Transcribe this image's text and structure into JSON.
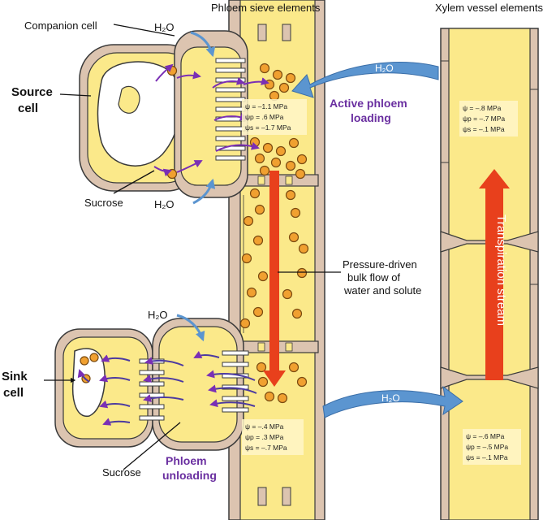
{
  "labels": {
    "phloem_title": "Phloem sieve elements",
    "xylem_title": "Xylem vessel elements",
    "companion_cell": "Companion cell",
    "source_cell_line1": "Source",
    "source_cell_line2": "cell",
    "sink_cell_line1": "Sink",
    "sink_cell_line2": "cell",
    "sucrose_top": "Sucrose",
    "sucrose_bottom": "Sucrose",
    "h2o": "H₂O",
    "active_loading_line1": "Active phloem",
    "active_loading_line2": "loading",
    "unloading_line1": "Phloem",
    "unloading_line2": "unloading",
    "bulk_flow_line1": "Pressure-driven",
    "bulk_flow_line2": "bulk flow of",
    "bulk_flow_line3": "water and solute",
    "transpiration": "Transpiration stream"
  },
  "potentials": {
    "phloem_source": {
      "psi": "ψ = –1.1 MPa",
      "psi_p": "ψp = .6 MPa",
      "psi_s": "ψs = –1.7 MPa"
    },
    "xylem_top": {
      "psi": "ψ = –.8 MPa",
      "psi_p": "ψp = –.7 MPa",
      "psi_s": "ψs = –.1 MPa"
    },
    "phloem_sink": {
      "psi": "ψ = –.4 MPa",
      "psi_p": "ψp = .3 MPa",
      "psi_s": "ψs = –.7 MPa"
    },
    "xylem_bottom": {
      "psi": "ψ = –.6 MPa",
      "psi_p": "ψp = –.5 MPa",
      "psi_s": "ψs = –.1 MPa"
    }
  },
  "colors": {
    "cytoplasm": "#fbe98a",
    "wall": "#dcc4b0",
    "outline": "#3a3a3a",
    "sucrose": "#f0a030",
    "water_arrow": "#5b95d0",
    "flow_arrow": "#e8401c",
    "purple_text": "#6a2fa0",
    "sucrose_arrow": "#7a2fb5"
  }
}
